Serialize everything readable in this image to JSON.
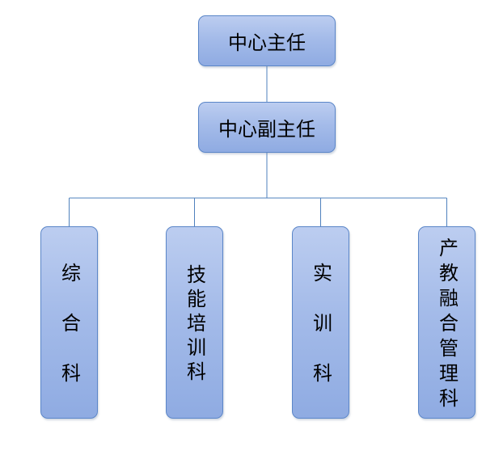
{
  "org_chart": {
    "director": "中心主任",
    "deputy_director": "中心副主任",
    "departments": [
      "综合科",
      "技能培训科",
      "实训科",
      "产教融合管理科"
    ],
    "colors": {
      "box_top": "#bccdf0",
      "box_bottom": "#8fabe2",
      "box_border": "#5b86c8",
      "connector": "#4f81bd"
    }
  }
}
